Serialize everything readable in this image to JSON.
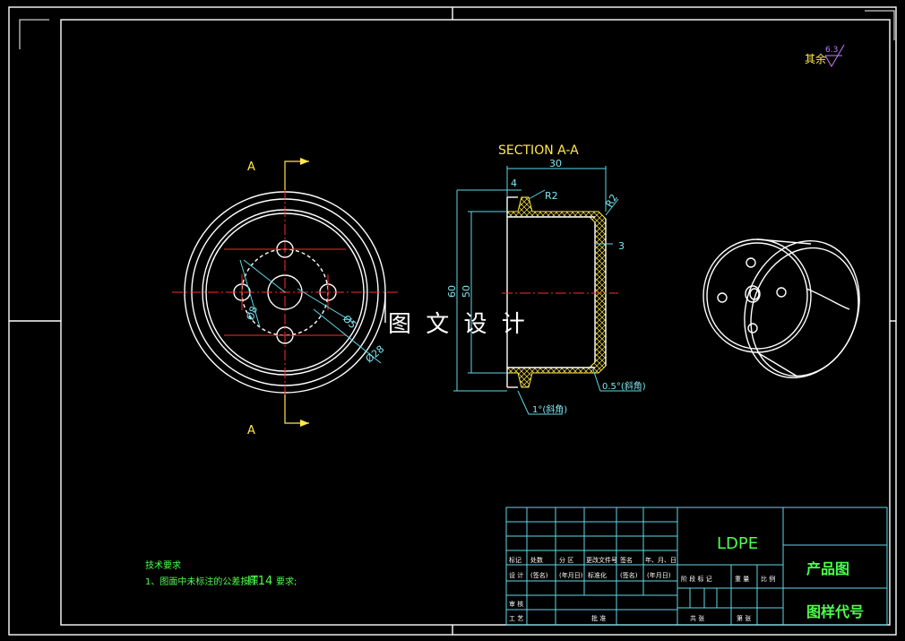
{
  "watermark": "图 文 设 计",
  "roughness": {
    "label": "其余",
    "value": "6.3"
  },
  "section_view": {
    "title": "SECTION A-A",
    "dims": {
      "width": "30",
      "lip": "4",
      "r_inner": "R2",
      "r_outer": "R2",
      "wall": "3",
      "outer_h": "60",
      "inner_h": "50",
      "draft_outer": "1°(斜角)",
      "draft_inner": "0.5°(斜角)"
    }
  },
  "front_view": {
    "cut_label_top": "A",
    "cut_label_bottom": "A",
    "dims": {
      "hole": "Ø8",
      "pcd": "Ø5",
      "outer": "Ø28"
    }
  },
  "tech_notes": {
    "title": "技术要求",
    "line1_prefix": "1、图面中未标注的公差按照",
    "line1_code": "IT14",
    "line1_suffix": "要求;"
  },
  "title_block": {
    "material": "LDPE",
    "product": "产品图",
    "drawing_no": "图样代号",
    "row_labels1": [
      "标记",
      "处数",
      "分 区",
      "更改文件号",
      "签名",
      "年、月、日"
    ],
    "row_labels2": [
      "设 计",
      "(签名)",
      "(年月日)",
      "标准化",
      "(签名)",
      "(年月日)"
    ],
    "row_labels3": [
      "审 核"
    ],
    "row_labels4": [
      "工 艺",
      "",
      "",
      "批 准"
    ],
    "stage_labels": [
      "阶 段 标 记",
      "重 量",
      "比 例"
    ],
    "sheet_labels": [
      "共 张",
      "第 张"
    ]
  }
}
